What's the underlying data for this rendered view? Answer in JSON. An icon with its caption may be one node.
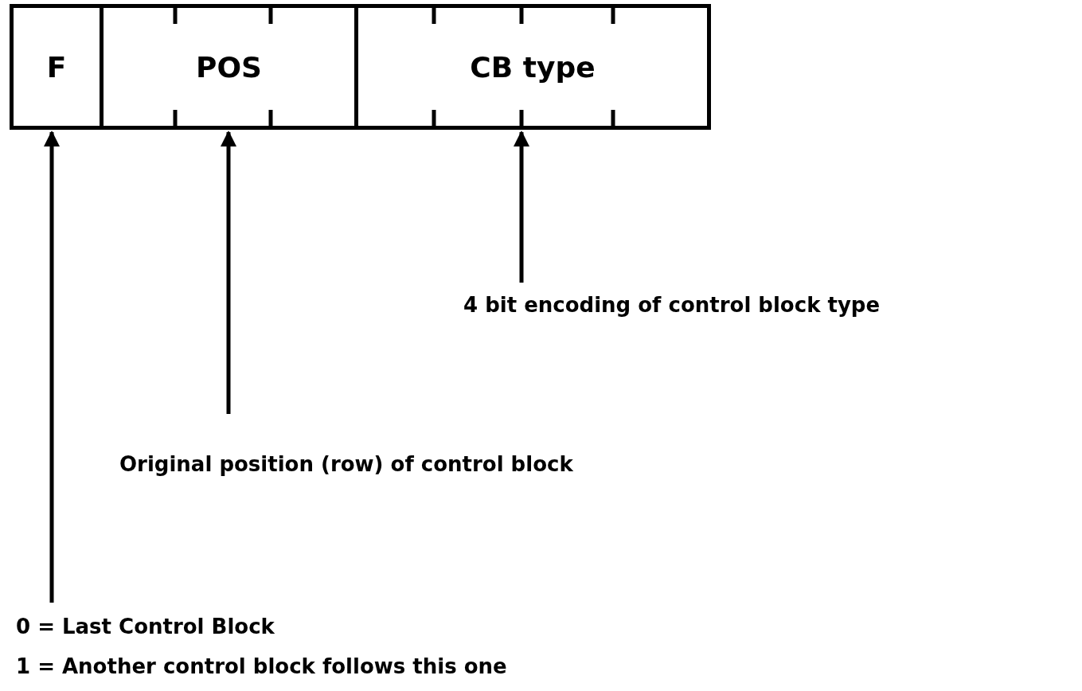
{
  "diagram": {
    "nodes": [
      {
        "text": [
          "F"
        ]
      },
      {
        "text": [
          "POS"
        ]
      },
      {
        "text": [
          "CB type"
        ]
      },
      {
        "text": [
          "4 bit encoding of control block type"
        ]
      },
      {
        "text": [
          "Original position (row) of control block"
        ]
      },
      {
        "text": [
          "0 = Last Control Block",
          "1 = Another control block follows this one"
        ]
      }
    ],
    "edges": [
      {
        "from": 3,
        "to": 2,
        "arrow": "to"
      },
      {
        "from": 4,
        "to": 1,
        "arrow": "to"
      },
      {
        "from": 5,
        "to": 0,
        "arrow": "to"
      }
    ]
  }
}
